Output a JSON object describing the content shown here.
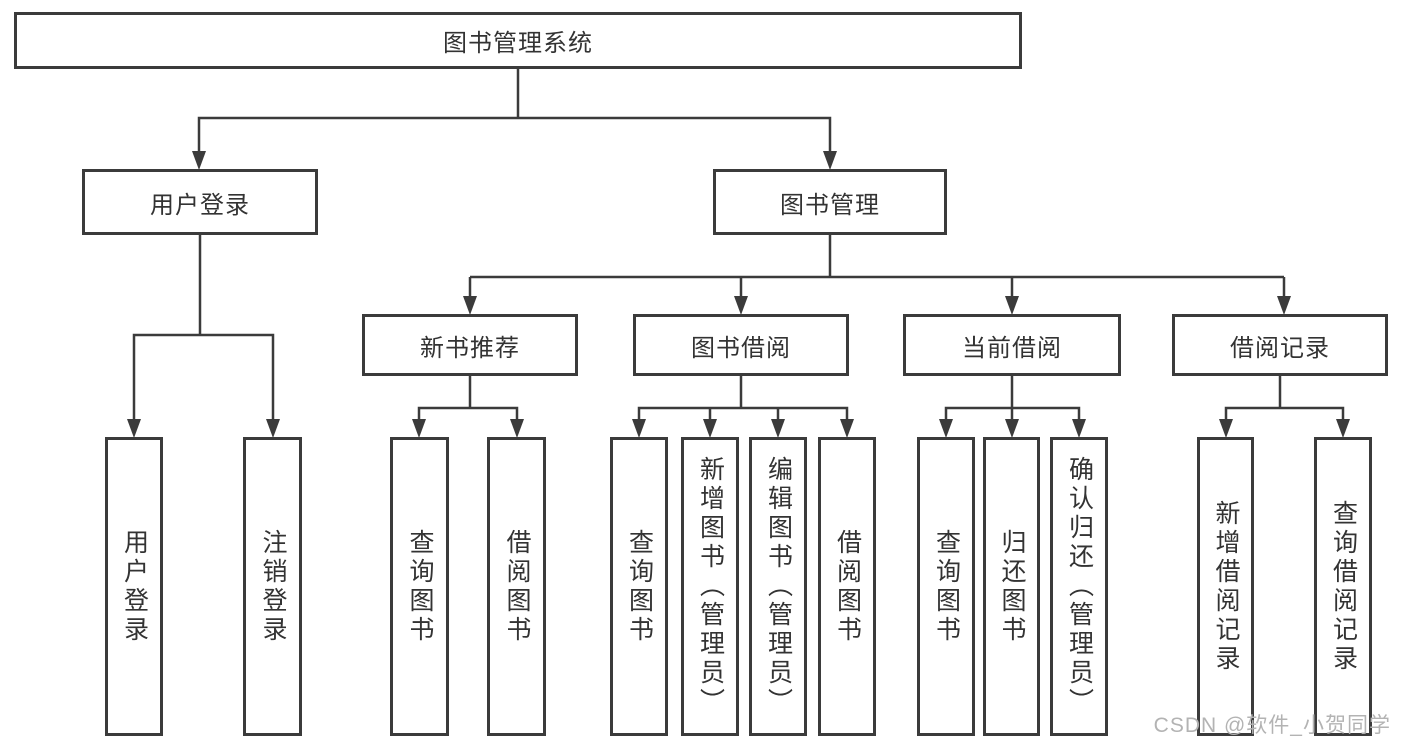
{
  "diagram": {
    "title": "图书管理系统",
    "tree": {
      "label": "图书管理系统",
      "children": [
        {
          "label": "用户登录",
          "children": [
            {
              "label": "用户登录"
            },
            {
              "label": "注销登录"
            }
          ]
        },
        {
          "label": "图书管理",
          "children": [
            {
              "label": "新书推荐",
              "children": [
                {
                  "label": "查询图书"
                },
                {
                  "label": "借阅图书"
                }
              ]
            },
            {
              "label": "图书借阅",
              "children": [
                {
                  "label": "查询图书"
                },
                {
                  "label": "新增图书（管理员）"
                },
                {
                  "label": "编辑图书（管理员）"
                },
                {
                  "label": "借阅图书"
                }
              ]
            },
            {
              "label": "当前借阅",
              "children": [
                {
                  "label": "查询图书"
                },
                {
                  "label": "归还图书"
                },
                {
                  "label": "确认归还（管理员）"
                }
              ]
            },
            {
              "label": "借阅记录",
              "children": [
                {
                  "label": "新增借阅记录"
                },
                {
                  "label": "查询借阅记录"
                }
              ]
            }
          ]
        }
      ]
    },
    "colors": {
      "line": "#3b3b3b",
      "text": "#333333",
      "background": "#ffffff",
      "watermark": "#b3b3b3"
    },
    "watermark": "CSDN @软件_小贺同学"
  }
}
